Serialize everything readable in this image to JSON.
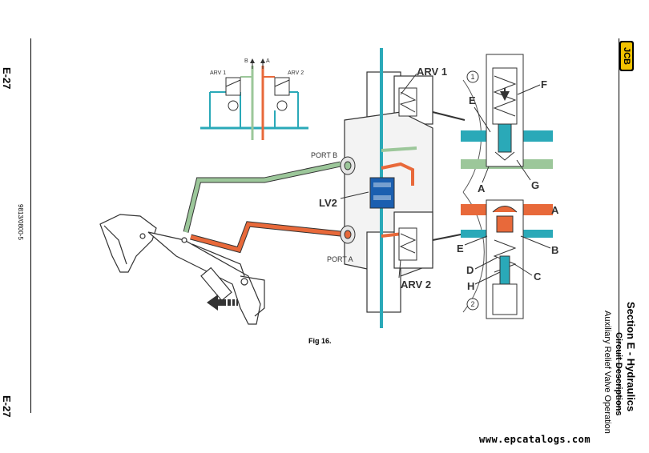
{
  "page": {
    "page_number_top": "E-27",
    "page_number_bottom": "E-27",
    "doc_number": "9813/0800-5",
    "brand": "JCB",
    "section_title": "Section E - Hydraulics",
    "section_sub": "Circuit Descriptions",
    "section_sub2": "Auxiliary Relief Valve Operation",
    "figure_caption": "Fig 16.",
    "watermark": "www.epcatalogs.com"
  },
  "diagram": {
    "labels": {
      "arv1": "ARV 1",
      "arv2": "ARV 2",
      "lv2": "LV2",
      "port_b": "PORT B",
      "port_a": "PORT A",
      "schem_arv1": "ARV 1",
      "schem_arv2": "ARV 2",
      "schem_b": "B",
      "schem_a": "A"
    },
    "detail1": {
      "number": "1",
      "E": "E",
      "F": "F",
      "A": "A",
      "G": "G"
    },
    "detail2": {
      "number": "2",
      "A": "A",
      "E": "E",
      "B": "B",
      "D": "D",
      "C": "C",
      "H": "H"
    },
    "colors": {
      "teal": "#2aa9b8",
      "orange": "#e8693a",
      "green": "#9cc79a",
      "blue": "#1b5fb0",
      "outline": "#333333"
    }
  }
}
